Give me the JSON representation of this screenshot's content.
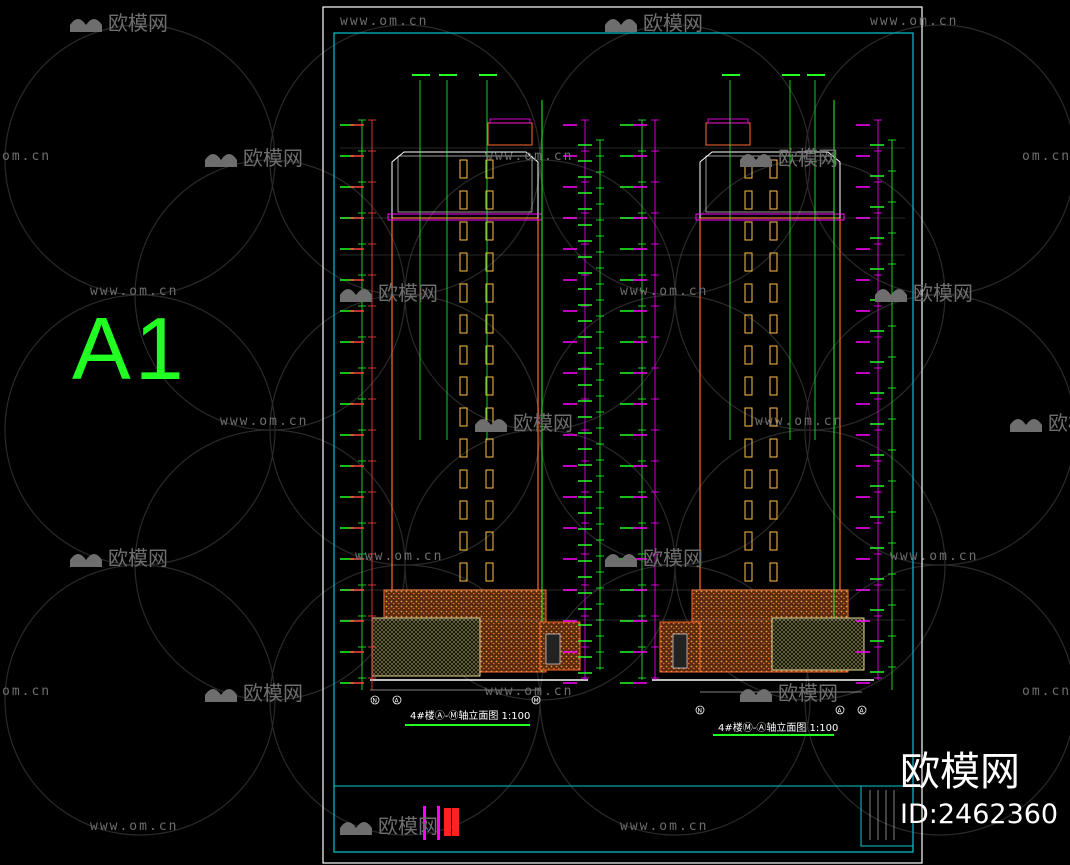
{
  "sheet": {
    "label": "A1",
    "drawing_titles": [
      "4#楼Ⓐ-Ⓜ轴立面图 1:100",
      "4#楼Ⓜ-Ⓐ轴立面图 1:100"
    ],
    "axis_markers_left": [
      "N",
      "A",
      "M"
    ],
    "axis_markers_right": [
      "N",
      "A",
      "A"
    ]
  },
  "watermark": {
    "brand": "欧模网",
    "url": "www.om.cn",
    "url_short": "om.cn"
  },
  "footer_brand": {
    "name": "欧模网",
    "id_text": "ID:2462360"
  },
  "colors": {
    "background": "#000000",
    "frame": "#ffffff",
    "inner_frame": "#00c8d2",
    "outline": "#ff6a2a",
    "window": "#ffc04a",
    "dim_green": "#22ff22",
    "hatch": "#e0a040",
    "accent": "#ff00ff"
  }
}
